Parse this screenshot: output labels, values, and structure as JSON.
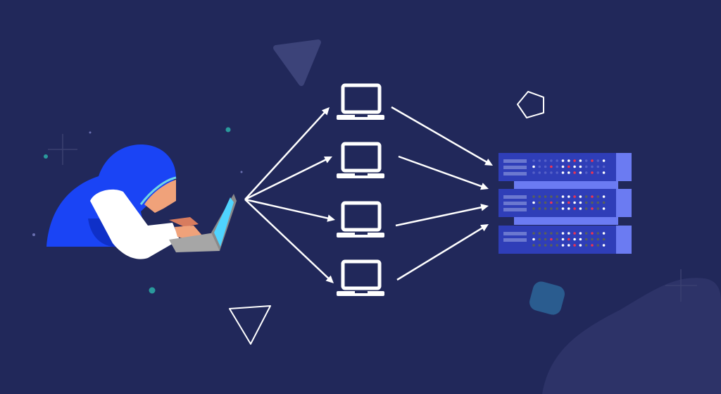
{
  "colors": {
    "background": "#21285a",
    "hood": "#1a44f5",
    "server_body": "#2f3eb8",
    "server_accent": "#6b7bf2",
    "laptop_screen": "#4fd4ff",
    "arrow": "#ffffff",
    "led_red": "#f0334f",
    "led_white": "#ffffff"
  },
  "illustration": {
    "attacker_count": 1,
    "bot_laptops": 4,
    "server_units": 3
  }
}
